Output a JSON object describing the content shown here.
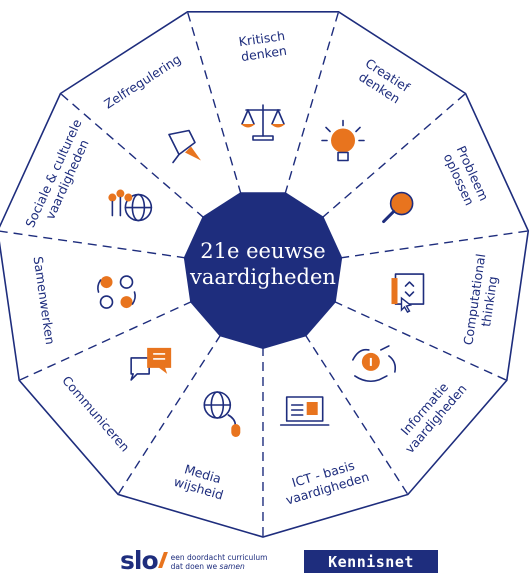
{
  "center": {
    "title_line1": "21e eeuwse",
    "title_line2": "vaardigheden"
  },
  "segments": [
    {
      "lines": [
        "Kritisch",
        "denken"
      ],
      "icon": "scales-icon"
    },
    {
      "lines": [
        "Creatief",
        "denken"
      ],
      "icon": "lightbulb-icon"
    },
    {
      "lines": [
        "Probleem",
        "oplossen"
      ],
      "icon": "magnifier-icon"
    },
    {
      "lines": [
        "Computational",
        "thinking"
      ],
      "icon": "book-cursor-icon"
    },
    {
      "lines": [
        "Informatie",
        "vaardigheden"
      ],
      "icon": "hands-info-icon"
    },
    {
      "lines": [
        "ICT - basis",
        "vaardigheden"
      ],
      "icon": "laptop-icon"
    },
    {
      "lines": [
        "Media",
        "wijsheid"
      ],
      "icon": "globe-mouse-icon"
    },
    {
      "lines": [
        "Communiceren"
      ],
      "icon": "speech-bubbles-icon"
    },
    {
      "lines": [
        "Samenwerken"
      ],
      "icon": "collaboration-cycle-icon"
    },
    {
      "lines": [
        "Sociale & culturele",
        "vaardigheden"
      ],
      "icon": "people-globe-icon"
    },
    {
      "lines": [
        "Zelfregulering"
      ],
      "icon": "pushpin-icon"
    }
  ],
  "footer": {
    "slo_word": "slo",
    "slo_tagline_line1": "een doordacht curriculum",
    "slo_tagline_line2_prefix": "dat doen we ",
    "slo_tagline_line2_emph": "samen",
    "kennisnet_label": "Kennisnet"
  },
  "colors": {
    "navy": "#1e2d7d",
    "orange": "#e8741e",
    "white": "#ffffff"
  }
}
